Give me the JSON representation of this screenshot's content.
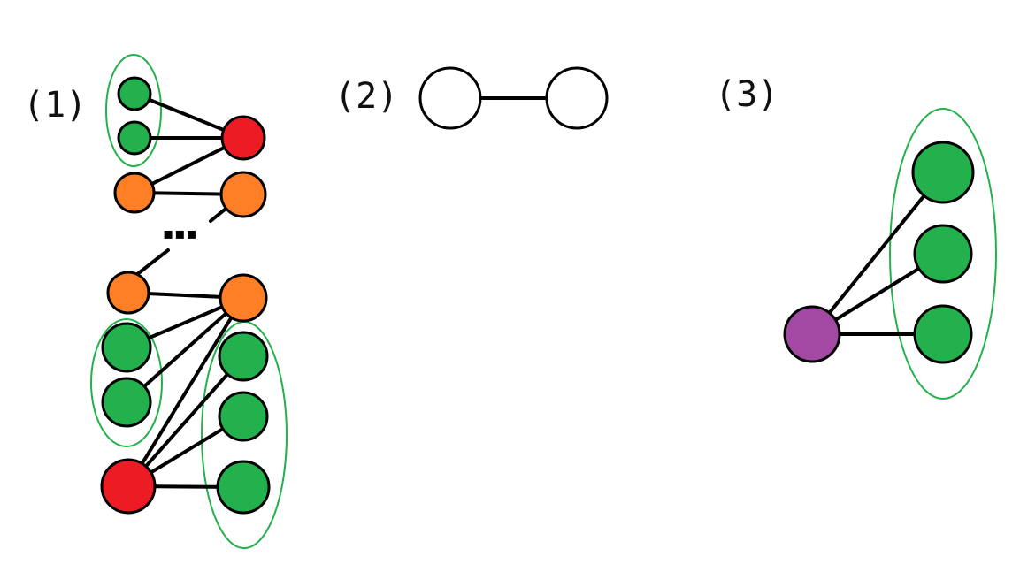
{
  "colors": {
    "green": "#22b14c",
    "red": "#ed1c24",
    "orange": "#ff7f27",
    "purple": "#a349a4",
    "white": "#ffffff",
    "group_outline": "#22b14c",
    "edge": "#000000"
  },
  "panels": [
    {
      "label": "(1)",
      "node_colors": [
        "green",
        "green",
        "red",
        "orange",
        "orange",
        "orange",
        "orange",
        "green",
        "green",
        "green",
        "green",
        "red",
        "green"
      ],
      "ellipsis": "▪▪▪",
      "group_outlines": 3
    },
    {
      "label": "(2)",
      "node_colors": [
        "white",
        "white"
      ]
    },
    {
      "label": "(3)",
      "node_colors": [
        "purple",
        "green",
        "green",
        "green"
      ],
      "group_outlines": 1
    }
  ]
}
